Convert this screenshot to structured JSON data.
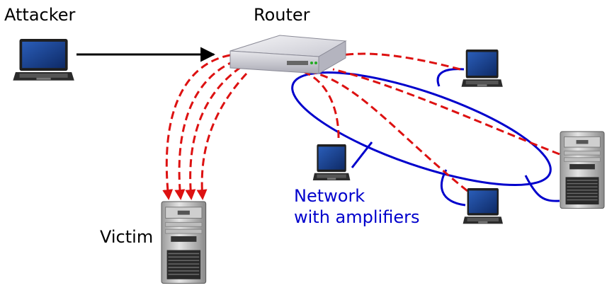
{
  "labels": {
    "attacker": "Attacker",
    "router": "Router",
    "victim": "Victim",
    "network_line1": "Network",
    "network_line2": "with amplifiers"
  },
  "colors": {
    "attack_arrow": "#000000",
    "amplified_traffic": "#dd1111",
    "network_links": "#0000cc",
    "screen": "#1a3e8c",
    "device_body": "#222222",
    "tower_body": "#c8c8c8"
  },
  "icons": [
    "laptop-icon",
    "router-icon",
    "server-tower-icon"
  ]
}
